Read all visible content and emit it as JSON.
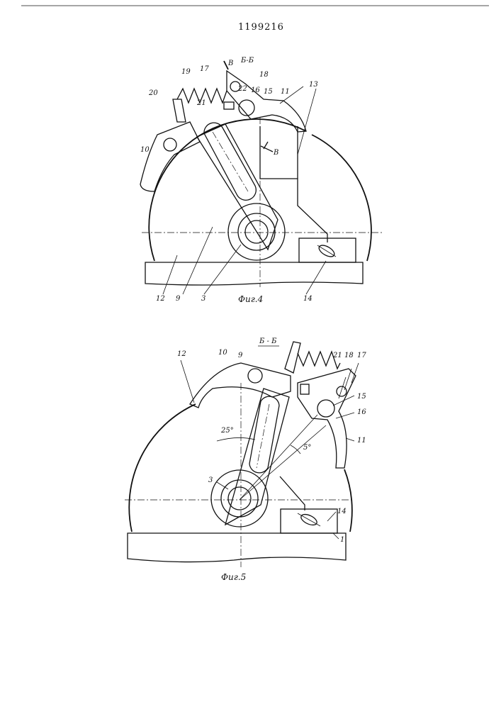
{
  "document": {
    "patent_number": "1199216"
  },
  "figure4": {
    "caption": "Фиг.4",
    "section_label": "Б-Б",
    "arrow_label_top": "В",
    "arrow_label_mid": "В",
    "labels": [
      "19",
      "17",
      "18",
      "20",
      "22",
      "16",
      "15",
      "11",
      "13",
      "21",
      "10",
      "12",
      "9",
      "3",
      "14"
    ]
  },
  "figure5": {
    "caption": "Фиг.5",
    "section_title": "Б - Б",
    "labels": [
      "12",
      "10",
      "9",
      "21",
      "18",
      "17",
      "15",
      "16",
      "11",
      "3",
      "14",
      "1"
    ],
    "angle_large": "25°",
    "angle_small": "5°"
  }
}
